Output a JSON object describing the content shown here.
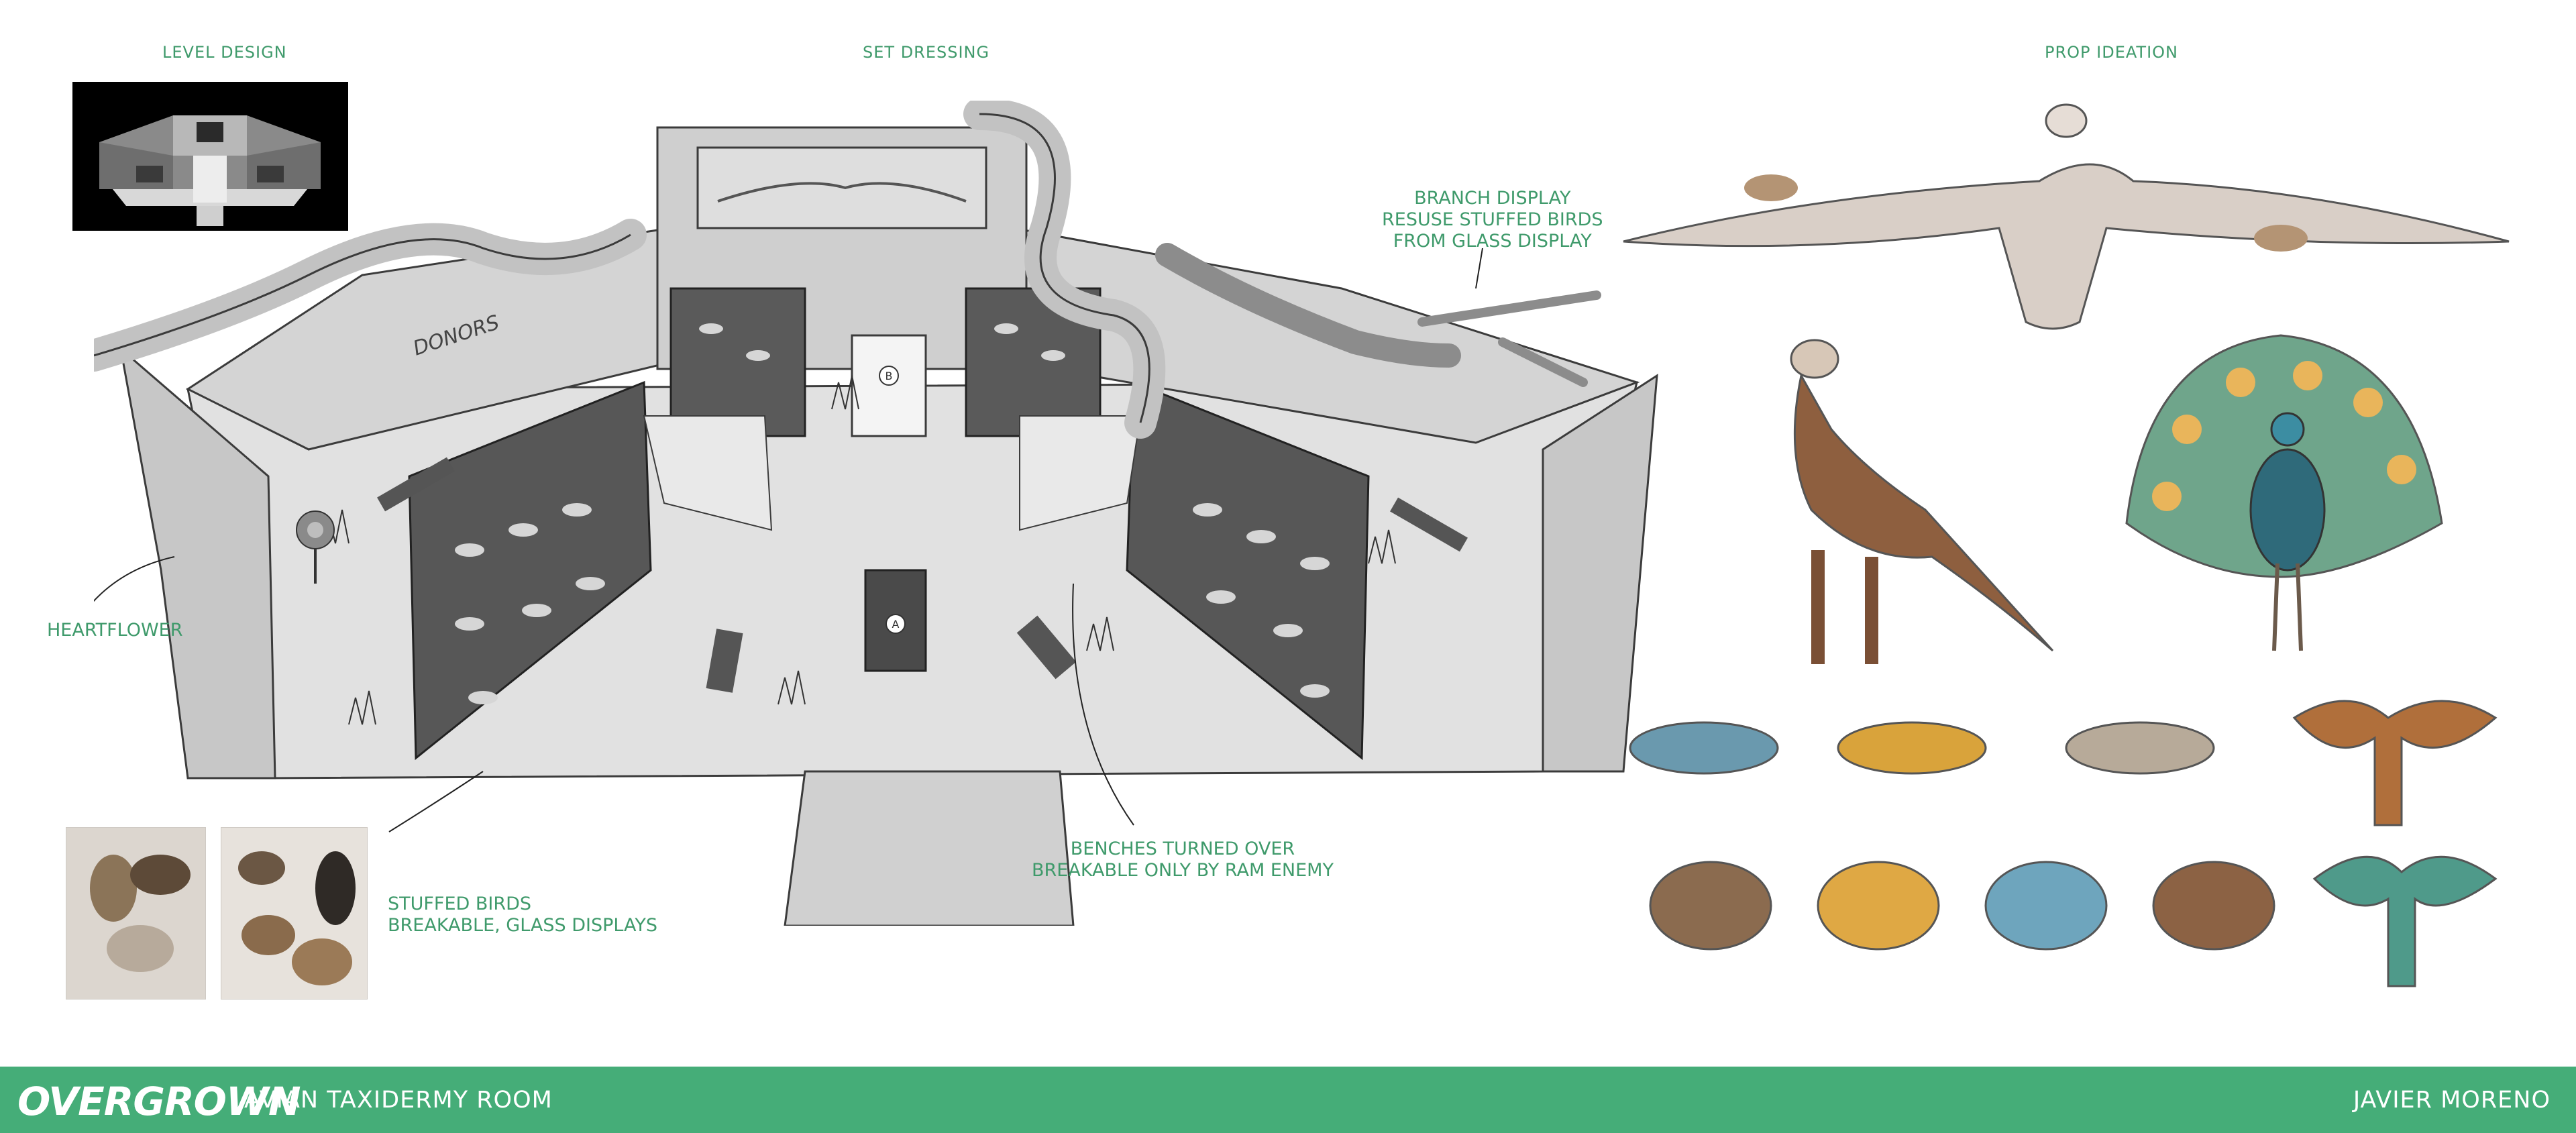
{
  "headings": {
    "level_design": "LEVEL DESIGN",
    "set_dressing": "SET DRESSING",
    "prop_ideation": "PROP IDEATION"
  },
  "annotations": {
    "branch_display": [
      "BRANCH DISPLAY",
      "RESUSE STUFFED BIRDS",
      "FROM GLASS DISPLAY"
    ],
    "heartflower": "HEARTFLOWER",
    "stuffed_birds": [
      "STUFFED BIRDS",
      "BREAKABLE, GLASS DISPLAYS"
    ],
    "benches": [
      "BENCHES TURNED OVER",
      "BREAKABLE ONLY BY RAM ENEMY"
    ],
    "donors_wall": "DONORS",
    "marker_a": "A",
    "marker_b": "B"
  },
  "footer": {
    "logo": "OVERGROWN",
    "room_title": "AVIAN TAXIDERMY ROOM",
    "author": "JAVIER MORENO"
  },
  "colors": {
    "accent": "#45ad78",
    "label_green": "#3f9a6b"
  }
}
